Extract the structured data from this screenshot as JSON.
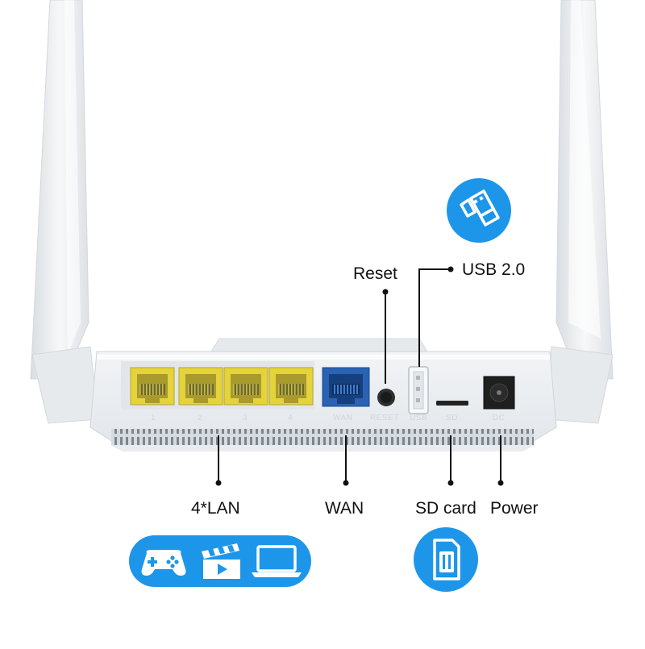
{
  "callouts": {
    "reset": "Reset",
    "usb": "USB 2.0",
    "lan": "4*LAN",
    "wan": "WAN",
    "sd_card": "SD card",
    "power": "Power"
  },
  "port_labels": {
    "lan_1": "1",
    "lan_2": "2",
    "lan_3": "3",
    "lan_4": "4",
    "wan": "WAN",
    "reset": "RESET",
    "usb": "USB",
    "sd": "SD",
    "dc": "DC"
  },
  "icons": [
    "usb-drive-icon",
    "gamepad-icon",
    "clapperboard-icon",
    "laptop-icon",
    "sim-card-icon"
  ],
  "colors": {
    "accent_blue": "#1d96ea",
    "lan_port_yellow": "#e4d33a",
    "wan_port_blue": "#2a63b4",
    "router_body": "#f1f3f5"
  }
}
